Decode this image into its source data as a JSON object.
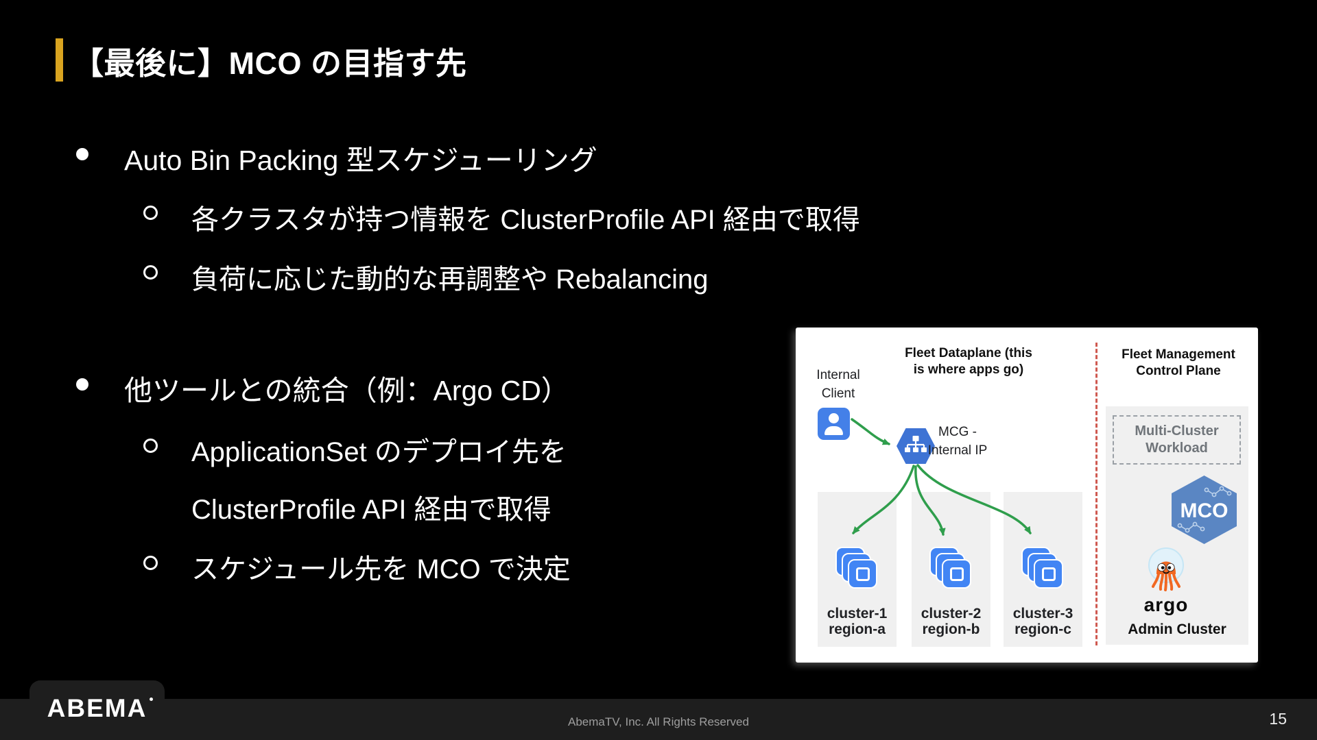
{
  "title": {
    "text": "【最後に】MCO の目指す先"
  },
  "content": {
    "bullets": [
      {
        "level": 1,
        "text": "Auto Bin Packing 型スケジューリング"
      },
      {
        "level": 2,
        "text": "各クラスタが持つ情報を ClusterProfile API 経由で取得"
      },
      {
        "level": 2,
        "text": "負荷に応じた動的な再調整や Rebalancing"
      },
      {
        "level": 1,
        "text": "他ツールとの統合（例：Argo CD）"
      },
      {
        "level": 2,
        "text": "ApplicationSet のデプロイ先を"
      },
      {
        "level": 2,
        "text": "ClusterProfile API 経由で取得"
      },
      {
        "level": 2,
        "text": "スケジュール先を MCO で決定"
      }
    ]
  },
  "diagram": {
    "client_line1": "Internal",
    "client_line2": "Client",
    "dataplane_title_line1": "Fleet Dataplane (this",
    "dataplane_title_line2": "is where apps go)",
    "mcg_line1": "MCG -",
    "mcg_line2": "Internal IP",
    "clusters": [
      {
        "name": "cluster-1",
        "region": "region-a"
      },
      {
        "name": "cluster-2",
        "region": "region-b"
      },
      {
        "name": "cluster-3",
        "region": "region-c"
      }
    ],
    "control_title_line1": "Fleet Management",
    "control_title_line2": "Control Plane",
    "workload_line1": "Multi-Cluster",
    "workload_line2": "Workload",
    "mco_text": "MCO",
    "argo_text": "argo",
    "admin_cluster": "Admin Cluster"
  },
  "footer": {
    "logo_text": "ABEMA",
    "copyright": "AbemaTV, Inc. All Rights Reserved",
    "page_number": "15"
  },
  "colors": {
    "accent_bar": "#D9A420",
    "arrow_green": "#2F9E4C",
    "icon_blue": "#4285F4",
    "mcg_hex_blue": "#3E73D4",
    "mco_hex_blue": "#5A86C3",
    "argo_orange": "#F16822",
    "divider_red": "#CF5950",
    "footer_bg": "#1E1E1E"
  }
}
